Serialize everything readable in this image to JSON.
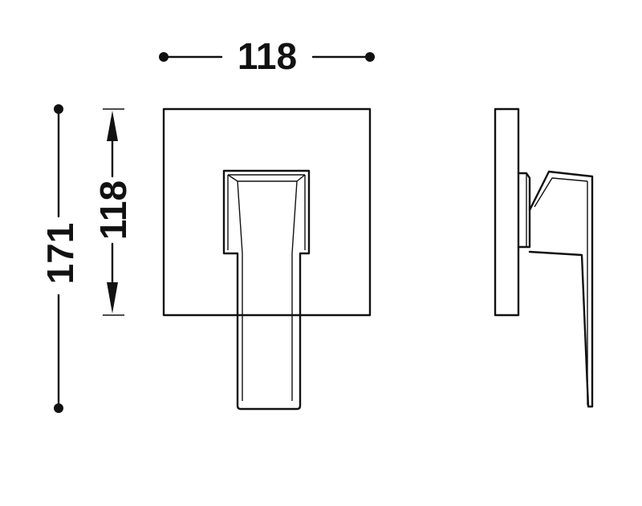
{
  "dimensions": {
    "width_top": "118",
    "height_inner": "118",
    "height_total": "171"
  },
  "colors": {
    "line": "#111111",
    "background": "#ffffff"
  }
}
